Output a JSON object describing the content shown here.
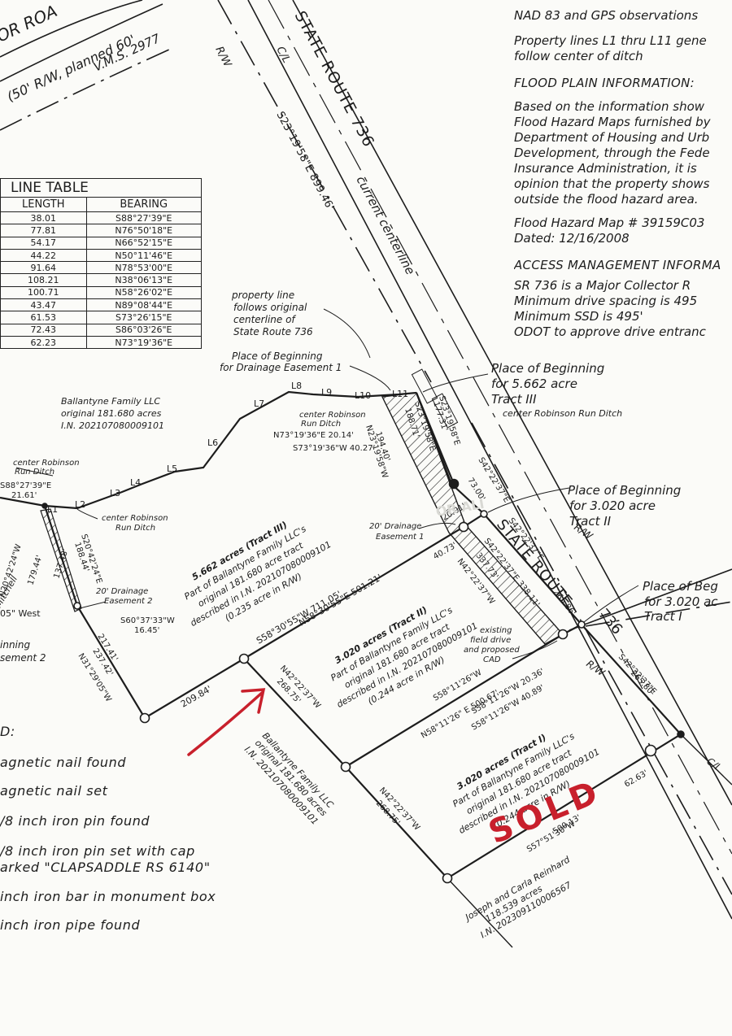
{
  "notes": {
    "nad": "NAD 83 and GPS observations",
    "prop1": "Property lines L1 thru L11 gene",
    "prop2": "follow center of ditch",
    "flood_title": "FLOOD PLAIN INFORMATION:",
    "flood_lines": [
      "Based on the information show",
      "Flood Hazard Maps furnished by",
      "Department of Housing and Urb",
      "Development, through the Fede",
      "Insurance Administration, it is",
      "opinion that the property shows",
      "outside the flood hazard area."
    ],
    "map_no": "Flood Hazard Map # 39159C03",
    "dated": "Dated: 12/16/2008",
    "access_title": "ACCESS MANAGEMENT INFORMA",
    "access_lines": [
      "SR 736 is a Major Collector R",
      "Minimum drive spacing is 495",
      "Minimum SSD is 495'",
      "ODOT to approve drive entranc"
    ]
  },
  "line_table": {
    "title": "LINE TABLE",
    "headers": [
      "LENGTH",
      "BEARING"
    ],
    "rows": [
      [
        "38.01",
        "S88°27'39\"E"
      ],
      [
        "77.81",
        "N76°50'18\"E"
      ],
      [
        "54.17",
        "N66°52'15\"E"
      ],
      [
        "44.22",
        "N50°11'46\"E"
      ],
      [
        "91.64",
        "N78°53'00\"E"
      ],
      [
        "108.21",
        "N38°06'13\"E"
      ],
      [
        "100.71",
        "N58°26'02\"E"
      ],
      [
        "43.47",
        "N89°08'44\"E"
      ],
      [
        "61.53",
        "S73°26'15\"E"
      ],
      [
        "72.43",
        "S86°03'26\"E"
      ],
      [
        "62.23",
        "N73°19'36\"E"
      ]
    ]
  },
  "legend": {
    "items": [
      "agnetic nail found",
      "agnetic nail set",
      "/8 inch iron pin found",
      "/8 inch iron pin set with cap",
      "arked \"CLAPSADDLE RS 6140\"",
      "inch iron bar in monument box",
      "inch iron pipe found"
    ],
    "key_title": "D:"
  },
  "labels": {
    "road_top": "OR ROA",
    "rw_planned": "(50' R/W, planned 60'",
    "vms": "V.M.S. 2977",
    "rw": "R/W",
    "cl": "C/L",
    "state_route": "STATE ROUTE 736",
    "state_route_2": "STATE ROUTE",
    "route_no": "736",
    "cl_bearing": "S23°19'58\"E 899.46'",
    "current_cl": "current centerline",
    "prop_follows": [
      "property line",
      "follows original",
      "centerline of",
      "State Route 736"
    ],
    "pob_drain1": [
      "Place of Beginning",
      "for Drainage Easement 1"
    ],
    "pob_5662": [
      "Place of Beginning",
      "for 5.662 acre",
      "Tract III"
    ],
    "center_rr_ditch": "center Robinson Run Ditch",
    "pob_3020_2": [
      "Place of Beginning",
      "for 3.020 acre",
      "Tract II"
    ],
    "pob_3020_1": [
      "Place of Beg",
      "for 3.020 ac",
      "Tract I"
    ],
    "ballantyne_top": [
      "Ballantyne Family LLC",
      "original 181.680 acres",
      "I.N. 202107080009101"
    ],
    "center_rr_small": [
      "center Robinson",
      "Run Ditch"
    ],
    "brg_a": "N73°19'36\"E 20.14'",
    "brg_b": "S73°19'36\"W 40.27'",
    "brg_c": "194.40'",
    "brg_c2": "N23°19'58\"W",
    "brg_d": "S23°19'58\"E",
    "brg_d2": "188.71'",
    "brg_e": "177.31'",
    "brg_e2": "S23°19'58\"E",
    "brg_f": "73.00'",
    "brg_f2": "S42°22'37\"E",
    "drain1": [
      "20' Drainage",
      "Easement 1"
    ],
    "dist_20": "20.01'",
    "dist_4073": "40.73'",
    "dist_33773": "337.73'",
    "brg_g": "N42°22'37\"W",
    "brg_h": "S42°22'37\"E 338.11'",
    "brg_i": "S42°22'37\"E",
    "dist_26586": "265.86'",
    "tract3": [
      "5.662 acres (Tract III)",
      "Part of Ballantyne Family LLC's",
      "original 181.680 acre tract",
      "described in I.N. 202107080009101",
      "(0.235 acre in R/W)"
    ],
    "tract2": [
      "3.020 acres (Tract II)",
      "Part of Ballantyne Family LLC's",
      "original 181.680 acre tract",
      "described in I.N. 202107080009101",
      "(0.244 acre in R/W)"
    ],
    "tract1": [
      "3.020 acres (Tract I)",
      "Part of Ballantyne Family LLC's",
      "original 181.680 acre tract",
      "described in I.N. 202107080009101",
      "(0.244 acre in R/W)"
    ],
    "brg_s5830": "S58°30'55\"W 711.05'",
    "brg_n5830": "N58°30'55\"E 501.21'",
    "left_rr_ditch": [
      "center Robinson",
      "Run Ditch"
    ],
    "left_brg": "S88°27'39\"E",
    "left_dist": "21.61'",
    "center_rr_l2": [
      "center Robinson",
      "Run Ditch"
    ],
    "brg_n2042": "N20°42'24\"W",
    "dist_17944": "179.44'",
    "dist_13748": "137.48'",
    "brg_s2042": "S20°42'24\"E",
    "dist_18844": "188.44'",
    "mitchell": "Mitchell",
    "west": "05\" West",
    "drain2": [
      "20' Drainage",
      "Easement 2"
    ],
    "brg_s6037": "S60°37'33\"W",
    "dist_1645": "16.45'",
    "pob_drain2": [
      "inning",
      "sement 2"
    ],
    "dist_21741": "217.41'",
    "dist_23742": "237.42'",
    "brg_n3129": "N31°29'05\"W",
    "dist_20984": "209.84'",
    "brg_n4222_a": "N42°22'37\"W",
    "dist_26875_a": "268.75'",
    "ballantyne_bottom": [
      "Ballantyne Family LLC",
      "original 181.680 acres",
      "I.N. 202107080009101"
    ],
    "brg_s5811_a": "S58°11'26\"W",
    "brg_n5811": "N58°11'26\" E 500.67'",
    "brg_s5811_b": "S58°11'26\"W 20.36'",
    "brg_s5811_c": "S58°11'26\"W 40.89'",
    "field_drive": [
      "existing",
      "field drive",
      "and proposed",
      "CAD"
    ],
    "brg_s4222_b": "S42°22'37\"E",
    "dist_26580": "265.80'",
    "brg_n4222_b": "N42°22'37\"W",
    "dist_26875_b": "268.75'",
    "dist_50013": "500.13'",
    "brg_s5751": "S57°51'30\"W",
    "dist_6263": "62.63'",
    "reinhard": [
      "Joseph and Carla Reinhard",
      "118.539 acres",
      "I.N. 202309110006567"
    ],
    "sold": "SOLD",
    "watermark": "OR ALI",
    "line_ids": [
      "L1",
      "L2",
      "L3",
      "L4",
      "L5",
      "L6",
      "L7",
      "L8",
      "L9",
      "L10",
      "L11"
    ]
  },
  "colors": {
    "ink": "#1d1d1d",
    "annotation_red": "#c8202c",
    "paper": "#fbfbf8"
  }
}
